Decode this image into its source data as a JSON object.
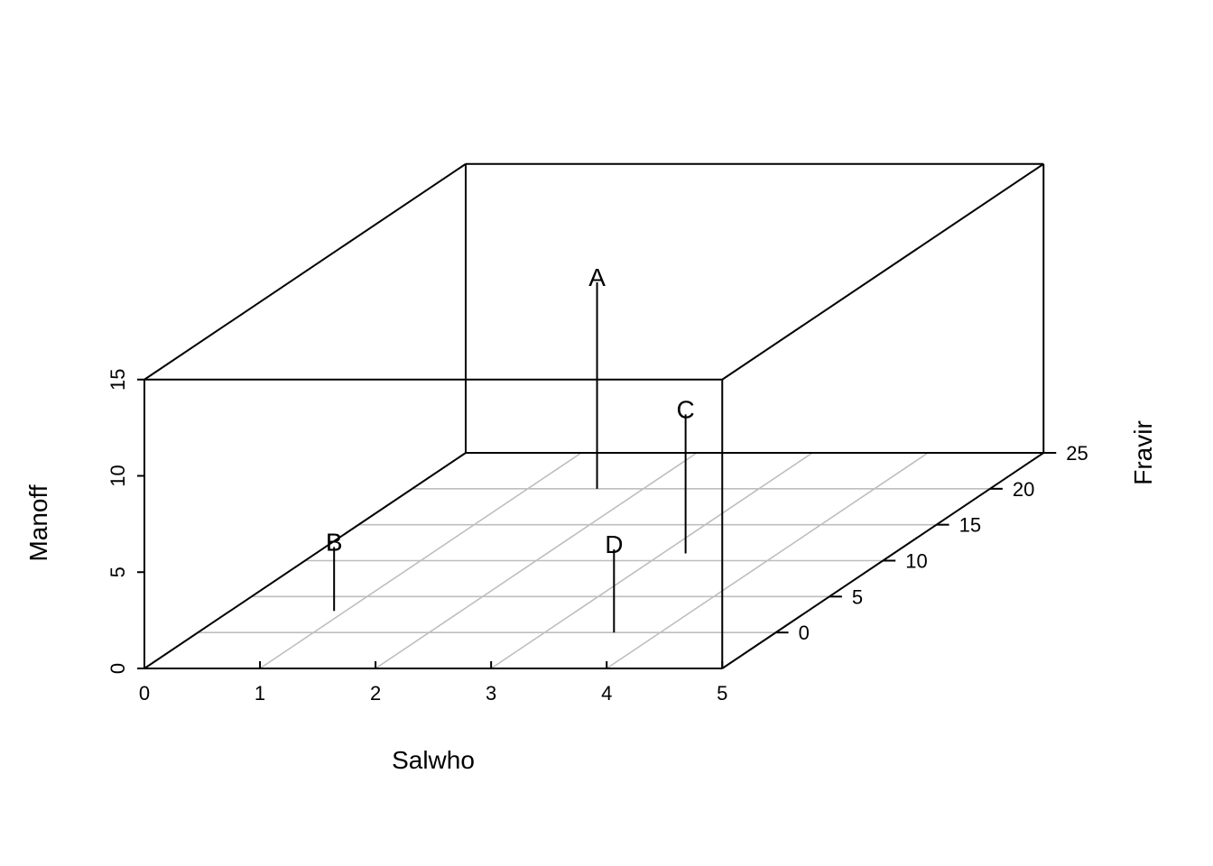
{
  "chart_data": {
    "type": "scatter3d",
    "x_axis": {
      "label": "Salwho",
      "range": [
        0,
        5
      ],
      "ticks": [
        0,
        1,
        2,
        3,
        4,
        5
      ]
    },
    "y_axis": {
      "label": "Fravir",
      "range": [
        -5,
        25
      ],
      "ticks": [
        0,
        5,
        10,
        15,
        20,
        25
      ]
    },
    "z_axis": {
      "label": "Manoff",
      "range": [
        0,
        15
      ],
      "ticks": [
        0,
        5,
        10,
        15
      ]
    },
    "grid": true,
    "points": [
      {
        "label": "A",
        "x": 1.6,
        "y": 20,
        "z": 11
      },
      {
        "label": "B",
        "x": 0.9,
        "y": 3,
        "z": 3.6
      },
      {
        "label": "C",
        "x": 3.2,
        "y": 11,
        "z": 7.5
      },
      {
        "label": "D",
        "x": 3.6,
        "y": 0,
        "z": 4.6
      }
    ],
    "colors": {
      "box": "#000000",
      "grid": "#bebebe",
      "drop_lines": "#000000"
    }
  }
}
